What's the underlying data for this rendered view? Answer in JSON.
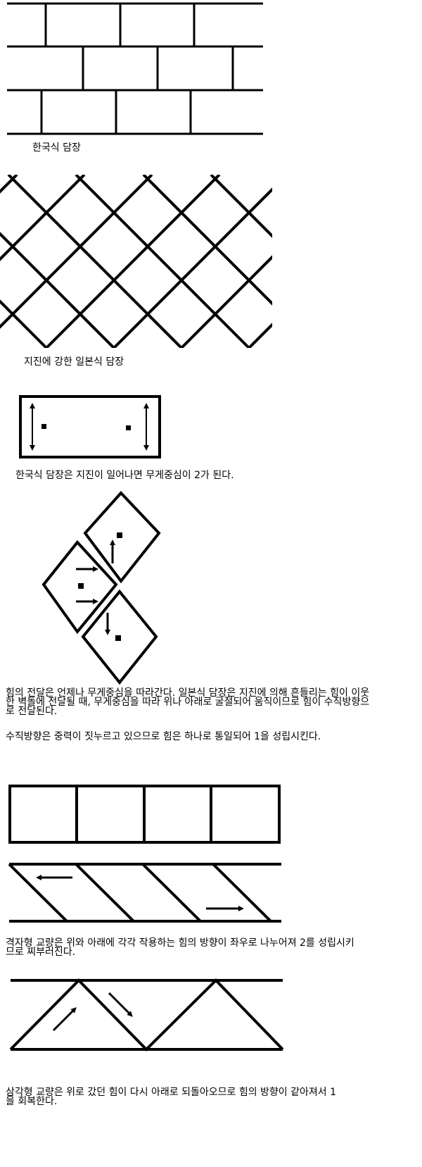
{
  "captions": {
    "korean_wall": "한국식 담장",
    "japanese_wall": "지진에 강한 일본식 담장",
    "korean_wall_centers": "한국식 담장은 지진이 일어나면 무게중심이 2가 된다.",
    "force_transfer_1": "힘의 전달은 언제나 무게중심을 따라간다. 일본식 담장은 지진에 의해 흔들리는 힘이 이웃한 벽돌에 전달될 때, 무게중심을 따라 위나 아래로 굴절되어 움직이므로 힘이 수직방향으로 전달된다.",
    "force_transfer_2": "수직방향은 중력이 짓누르고 있으므로 힘은 하나로 통일되어 1을 성립시킨다.",
    "grid_bridge": "격자형 교량은 위와 아래에 각각 작용하는 힘의 방향이 좌우로 나누어져 2를 성립시키므로 찌부러진다.",
    "triangle_bridge": "삼각형 교량은 위로 갔던 힘이 다시 아래로 되돌아오므로 힘의 방향이 같아져서 1을 회복한다."
  }
}
